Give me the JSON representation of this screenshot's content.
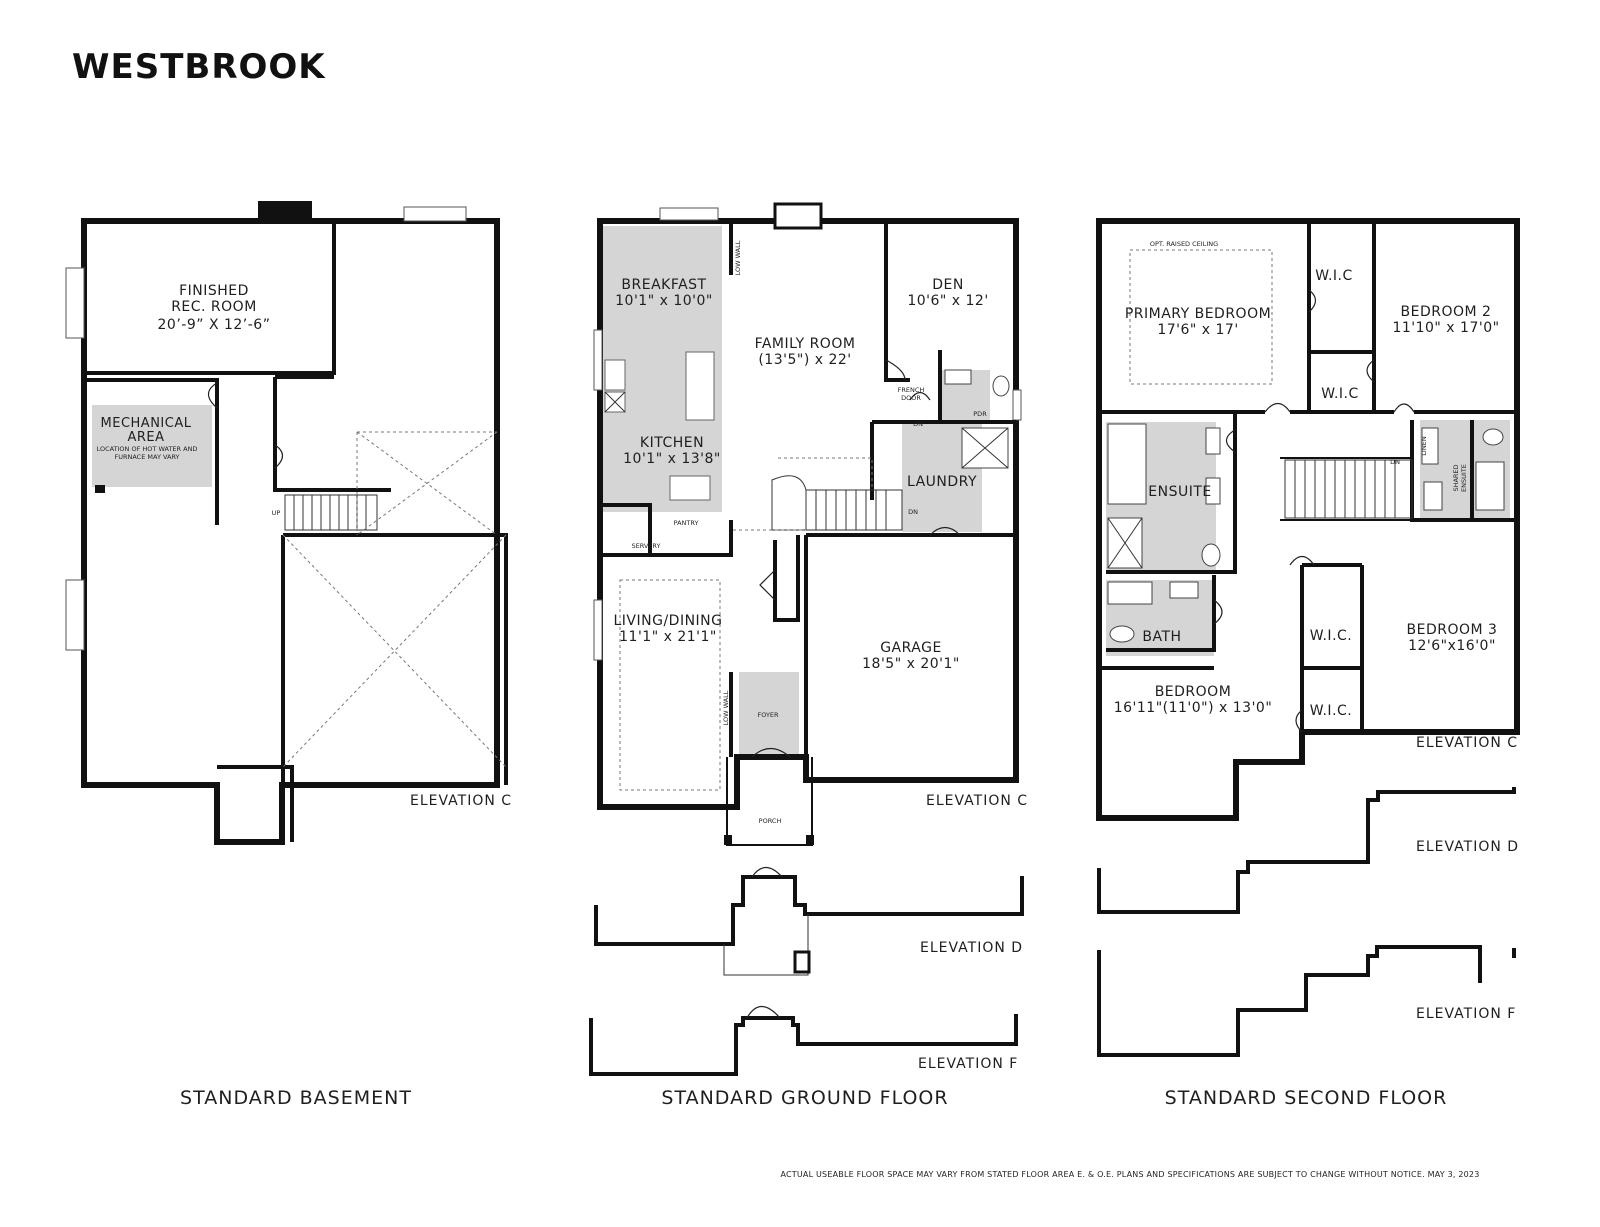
{
  "title": "WESTBROOK",
  "footer_note": "ACTUAL USEABLE FLOOR SPACE MAY VARY FROM STATED FLOOR AREA E. & O.E. PLANS AND SPECIFICATIONS ARE SUBJECT TO CHANGE WITHOUT NOTICE. MAY 3, 2023",
  "basement": {
    "caption": "STANDARD BASEMENT",
    "rec_room": {
      "name1": "FINISHED",
      "name2": "REC. ROOM",
      "dim": "20’-9” X 12’-6”"
    },
    "mechanical": {
      "name1": "MECHANICAL",
      "name2": "AREA",
      "note1": "LOCATION OF HOT WATER AND",
      "note2": "FURNACE MAY VARY"
    },
    "up": "UP",
    "elevation": "ELEVATION C"
  },
  "ground": {
    "caption": "STANDARD GROUND FLOOR",
    "breakfast": {
      "name": "BREAKFAST",
      "dim": "10'1\" x 10'0\""
    },
    "family": {
      "name": "FAMILY ROOM",
      "dim": "(13'5\") x 22'"
    },
    "den": {
      "name": "DEN",
      "dim": "10'6\" x 12'"
    },
    "kitchen": {
      "name": "KITCHEN",
      "dim": "10'1\" x 13'8\""
    },
    "laundry": "LAUNDRY",
    "pdr": "PDR",
    "french_door1": "FRENCH",
    "french_door2": "DOOR",
    "dn1": "DN",
    "dn2": "DN",
    "low_wall": "LOW WALL",
    "low_wall2": "LOW WALL",
    "pantry": "PANTRY",
    "servery": "SERVERY",
    "living": {
      "name": "LIVING/DINING",
      "dim": "11'1\" x 21'1\""
    },
    "garage": {
      "name": "GARAGE",
      "dim": "18'5\" x 20'1\""
    },
    "foyer": "FOYER",
    "porch": "PORCH",
    "elev_c": "ELEVATION C",
    "elev_d": "ELEVATION D",
    "elev_f": "ELEVATION F"
  },
  "second": {
    "caption": "STANDARD SECOND FLOOR",
    "opt_ceiling": "OPT. RAISED CEILING",
    "primary": {
      "name": "PRIMARY BEDROOM",
      "dim": "17'6\" x 17'"
    },
    "wic1": "W.I.C",
    "wic2": "W.I.C",
    "bedroom2": {
      "name": "BEDROOM 2",
      "dim": "11'10\" x 17'0\""
    },
    "ensuite": "ENSUITE",
    "shared1": "SHARED",
    "shared2": "ENSUITE",
    "linen": "LINEN",
    "dn": "DN",
    "bath": "BATH",
    "wic3": "W.I.C.",
    "wic4": "W.I.C.",
    "bedroom3": {
      "name": "BEDROOM 3",
      "dim": "12'6\"x16'0\""
    },
    "bedroom": {
      "name": "BEDROOM",
      "dim": "16'11\"(11'0\") x 13'0\""
    },
    "elev_c": "ELEVATION C",
    "elev_d": "ELEVATION D",
    "elev_f": "ELEVATION F"
  }
}
